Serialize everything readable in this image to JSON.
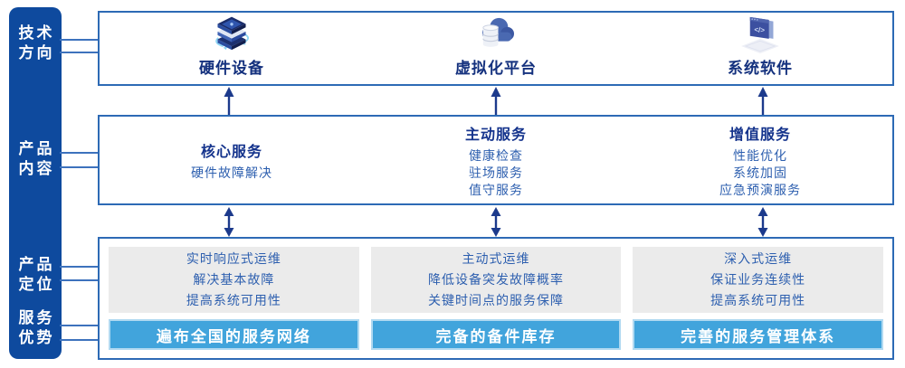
{
  "sidebar": {
    "items": [
      {
        "label": "技术\n方向"
      },
      {
        "label": "产品\n内容"
      },
      {
        "label": "产品\n定位"
      },
      {
        "label": "服务\n优势"
      }
    ]
  },
  "tech": {
    "items": [
      {
        "icon": "server-stack-icon",
        "label": "硬件设备"
      },
      {
        "icon": "cloud-database-icon",
        "label": "虚拟化平台"
      },
      {
        "icon": "code-window-icon",
        "label": "系统软件"
      }
    ]
  },
  "services": {
    "columns": [
      {
        "title": "核心服务",
        "items": [
          "硬件故障解决"
        ]
      },
      {
        "title": "主动服务",
        "items": [
          "健康检查",
          "驻场服务",
          "值守服务"
        ]
      },
      {
        "title": "增值服务",
        "items": [
          "性能优化",
          "系统加固",
          "应急预演服务"
        ]
      }
    ]
  },
  "positioning": {
    "columns": [
      {
        "lines": [
          "实时响应式运维",
          "解决基本故障",
          "提高系统可用性"
        ],
        "advantage": "遍布全国的服务网络"
      },
      {
        "lines": [
          "主动式运维",
          "降低设备突发故障概率",
          "关键时间点的服务保障"
        ],
        "advantage": "完备的备件库存"
      },
      {
        "lines": [
          "深入式运维",
          "保证业务连续性",
          "提高系统可用性"
        ],
        "advantage": "完善的服务管理体系"
      }
    ]
  },
  "colors": {
    "sidebar_blue": "#0e4a9e",
    "box_border_blue": "#2d6ab5",
    "heading_navy": "#14338c",
    "body_blue": "#2d5faf",
    "banner_blue": "#41a4dc",
    "panel_gray": "#ebebeb",
    "arrow_navy": "#1c3a8c",
    "connector_blue": "#3d72bd"
  }
}
